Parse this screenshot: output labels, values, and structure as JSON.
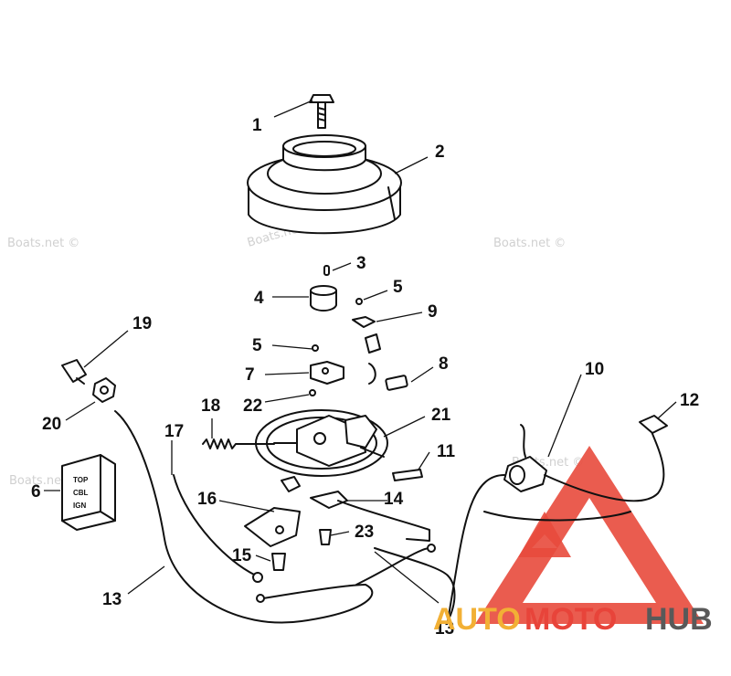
{
  "callouts": [
    "1",
    "2",
    "3",
    "4",
    "5",
    "5",
    "9",
    "7",
    "8",
    "22",
    "18",
    "21",
    "19",
    "20",
    "17",
    "10",
    "12",
    "11",
    "6",
    "16",
    "14",
    "23",
    "15",
    "13",
    "13"
  ],
  "watermarks": [
    "Boats.net ©",
    "Boats.net ©",
    "Boats.net ©",
    "Boats.net ©",
    "Boats.net ©"
  ],
  "logo": {
    "text_auto": "AUTO",
    "text_moto": "MOTO",
    "text_hub": "HUB",
    "colors": {
      "auto": "#f2b035",
      "moto": "#e8443a",
      "hub": "#595959",
      "triangle": "#e84a3c"
    }
  },
  "component_6": {
    "text": [
      "TOP",
      "CBL",
      "IGN"
    ]
  }
}
